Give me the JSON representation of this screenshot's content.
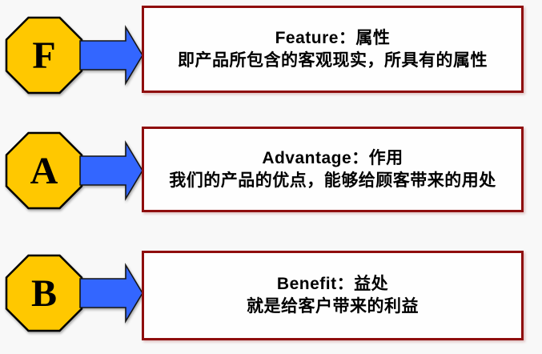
{
  "diagram": {
    "rows": [
      {
        "letter": "F",
        "heading": "Feature：属性",
        "description": "即产品所包含的客观现实，所具有的属性"
      },
      {
        "letter": "A",
        "heading": "Advantage：作用",
        "description": "我们的产品的优点，能够给顾客带来的用处"
      },
      {
        "letter": "B",
        "heading": "Benefit：益处",
        "description": "就是给客户带来的利益"
      }
    ],
    "colors": {
      "octagon_fill": "#FFC800",
      "octagon_border": "#000000",
      "arrow_fill": "#3366FF",
      "arrow_border": "#151515",
      "box_border": "#8F0E0E",
      "box_background": "#FEFEFE",
      "page_background": "#F8F8F8",
      "text": "#000000"
    }
  }
}
